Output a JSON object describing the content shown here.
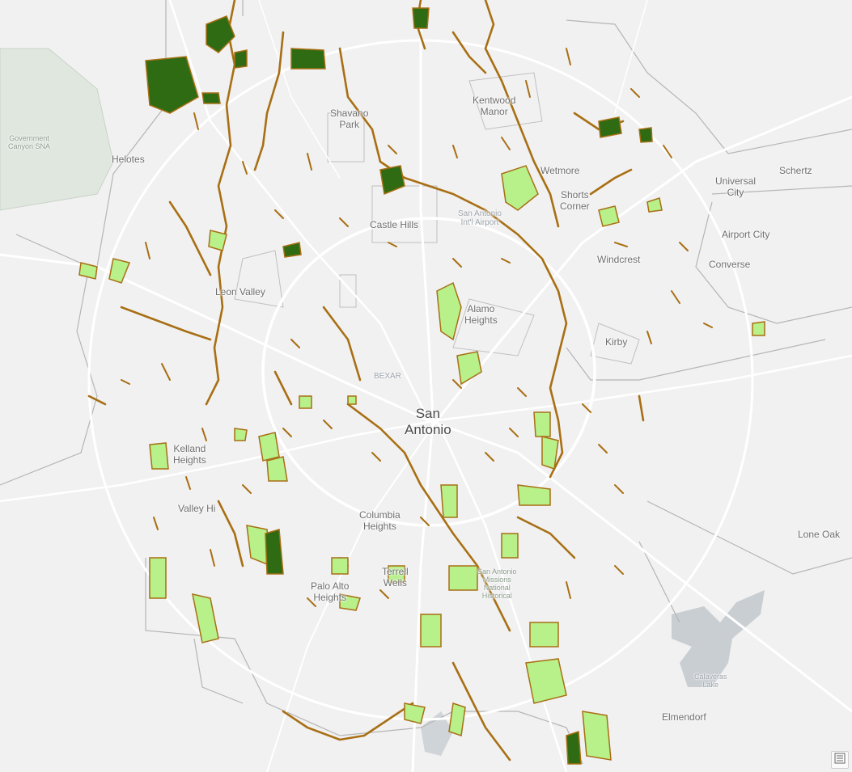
{
  "map": {
    "labels": {
      "government_canyon": "Government\nCanyon SNA",
      "helotes": "Helotes",
      "shavano_park": "Shavano\nPark",
      "kentwood_manor": "Kentwood\nManor",
      "wetmore": "Wetmore",
      "shorts_corner": "Shorts\nCorner",
      "universal_city": "Universal\nCity",
      "schertz": "Schertz",
      "castle_hills": "Castle Hills",
      "airport": "San Antonio\nInt'l Airport",
      "airport_city": "Airport City",
      "windcrest": "Windcrest",
      "converse": "Converse",
      "leon_valley": "Leon Valley",
      "alamo_heights": "Alamo\nHeights",
      "kirby": "Kirby",
      "bexar": "BEXAR",
      "san_antonio": "San\nAntonio",
      "kelland_heights": "Kelland\nHeights",
      "valley_hi": "Valley Hi",
      "columbia_heights": "Columbia\nHeights",
      "lone_oak": "Lone Oak",
      "terrell_wells": "Terrell\nWells",
      "palo_alto_heights": "Palo Alto\nHeights",
      "missions_park": "San Antonio\nMissions\nNational\nHistorical",
      "calaveras_lake": "Calaveras\nLake",
      "elmendorf": "Elmendorf"
    },
    "colors": {
      "background": "#f1f1f1",
      "water": "#c9ced2",
      "park": "#dfe7df",
      "city_boundary": "#b5b5b5",
      "road": "#ffffff",
      "stream_buffer": "#a86f14",
      "vegetation_light": "#b8f08a",
      "vegetation_dark": "#2f6b12"
    },
    "icons": {
      "legend": "legend-icon"
    }
  }
}
